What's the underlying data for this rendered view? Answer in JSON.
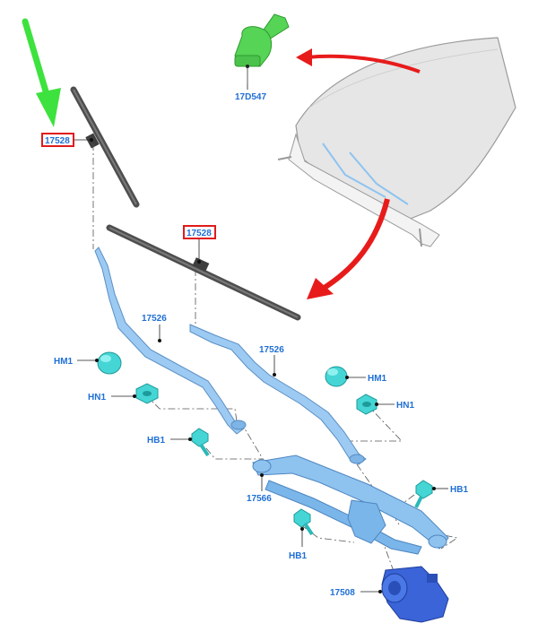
{
  "callouts": {
    "washer_reservoir": "17D547",
    "blade_left": "17528",
    "blade_right": "17528",
    "arm_left": "17526",
    "arm_right": "17526",
    "cap_left": "HM1",
    "cap_right": "HM1",
    "nut_left": "HN1",
    "nut_right": "HN1",
    "bolt_left": "HB1",
    "bolt_right": "HB1",
    "bolt_bottom": "HB1",
    "linkage": "17566",
    "motor": "17508"
  },
  "colors": {
    "highlight_box": "#e01b1b",
    "callout_text": "#1f6fd6",
    "green_arrow": "#3ee23e",
    "red_arrow": "#e81b1b",
    "part_blue": "#8ec3f0",
    "hardware_cyan": "#45d5d5",
    "motor_blue": "#3a64d8",
    "reservoir_green": "#56d456",
    "blade_grey": "#5a5a5a"
  }
}
